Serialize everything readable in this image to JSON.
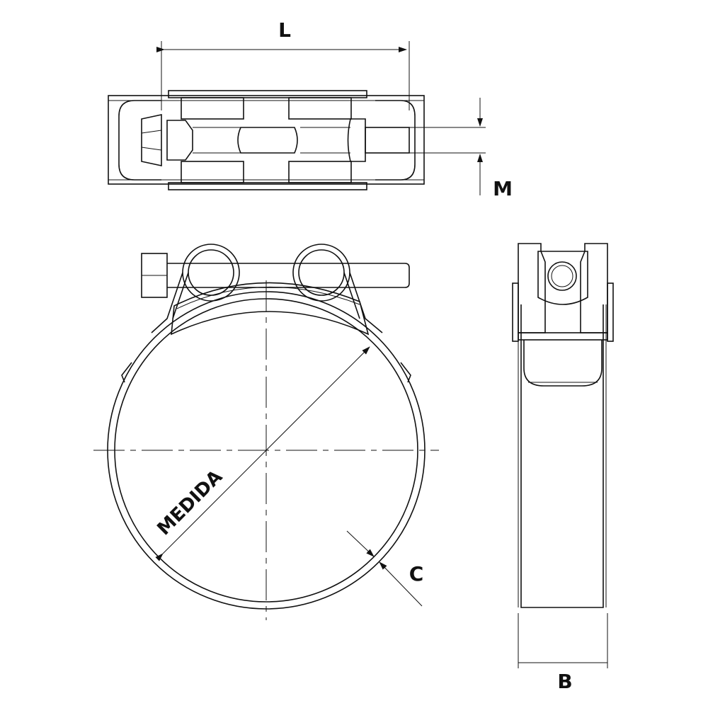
{
  "drawing": {
    "labels": {
      "length": "L",
      "bolt": "M",
      "diameter": "MEDIDA",
      "band_thickness": "C",
      "band_width": "B"
    },
    "line_color": "#111111",
    "background": "#ffffff"
  }
}
